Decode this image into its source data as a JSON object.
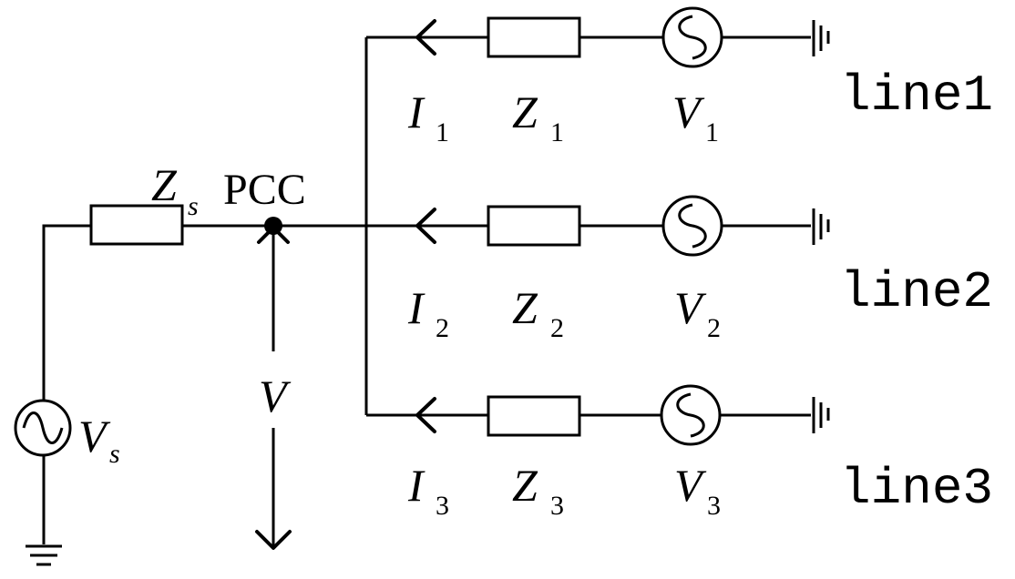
{
  "pcc_label": "PCC",
  "source": {
    "symbol": "V",
    "subscript": "s"
  },
  "source_impedance": {
    "symbol": "Z",
    "subscript": "s"
  },
  "pcc_voltage": {
    "symbol": "V"
  },
  "lines": [
    {
      "name": "line1",
      "current": {
        "symbol": "I",
        "subscript": "1"
      },
      "impedance": {
        "symbol": "Z",
        "subscript": "1"
      },
      "voltage": {
        "symbol": "V",
        "subscript": "1"
      }
    },
    {
      "name": "line2",
      "current": {
        "symbol": "I",
        "subscript": "2"
      },
      "impedance": {
        "symbol": "Z",
        "subscript": "2"
      },
      "voltage": {
        "symbol": "V",
        "subscript": "2"
      }
    },
    {
      "name": "line3",
      "current": {
        "symbol": "I",
        "subscript": "3"
      },
      "impedance": {
        "symbol": "Z",
        "subscript": "3"
      },
      "voltage": {
        "symbol": "V",
        "subscript": "3"
      }
    }
  ]
}
